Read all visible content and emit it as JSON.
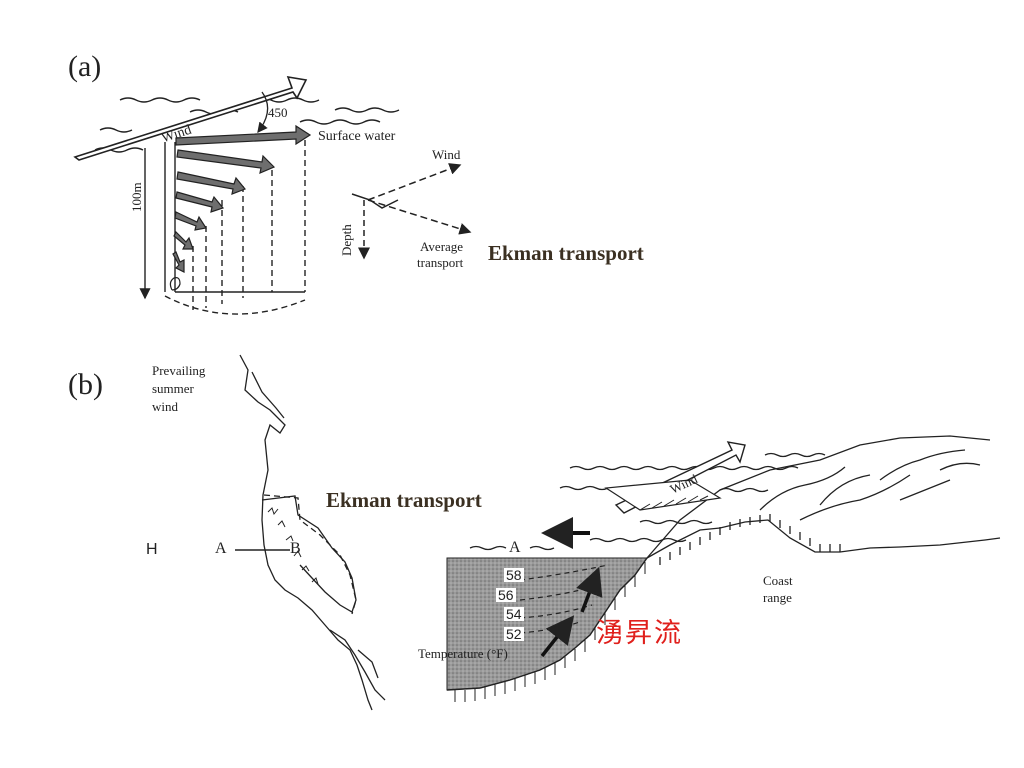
{
  "panel_a": {
    "label": "(a)",
    "wind_label": "Wind",
    "angle_label": "450",
    "surface_water_label": "Surface water",
    "depth_scale_label": "100m",
    "vector_wind_label": "Wind",
    "vector_depth_label": "Depth",
    "vector_avg_line1": "Average",
    "vector_avg_line2": "transport",
    "ekman_label": "Ekman transport"
  },
  "panel_b": {
    "label": "(b)",
    "prevailing_line1": "Prevailing",
    "prevailing_line2": "summer",
    "prevailing_line3": "wind",
    "h_label": "H",
    "a_label": "A",
    "b_label": "B",
    "ekman_label": "Ekman transport",
    "section_a_label": "A",
    "wind_label": "Wind",
    "temps": [
      "58",
      "56",
      "54",
      "52"
    ],
    "temperature_label": "Temperature (°F)",
    "coast_line1": "Coast",
    "coast_line2": "range",
    "upwelling_label": "湧昇流"
  },
  "colors": {
    "ekman_text": "#3b3022",
    "upwelling_text": "#e0201c",
    "ocean_fill": "#8c8c8c",
    "arrow_fill": "#6e6e6e"
  }
}
